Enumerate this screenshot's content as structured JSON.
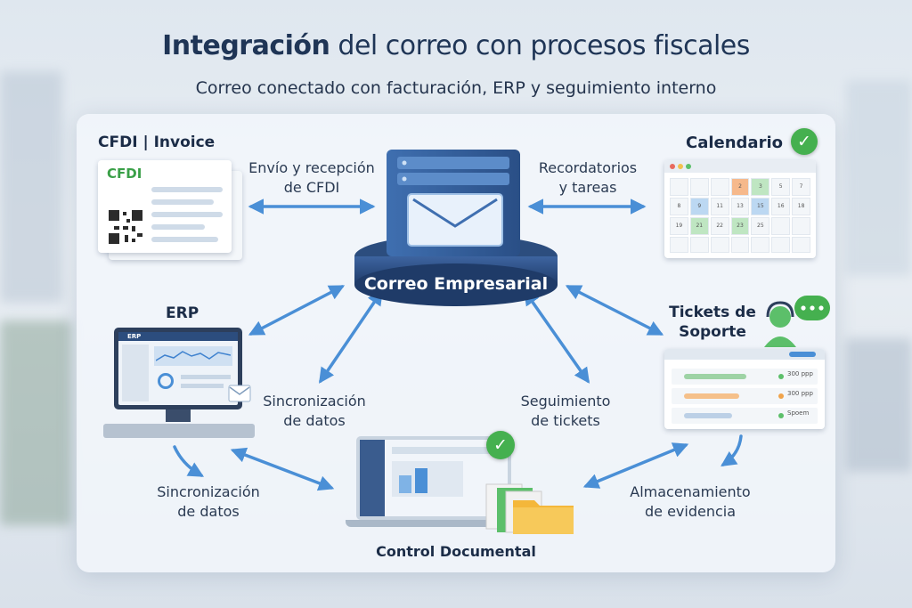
{
  "header": {
    "title_bold": "Integración",
    "title_rest": " del correo con procesos fiscales",
    "subtitle": "Correo conectado con facturación, ERP y seguimiento interno"
  },
  "hub": {
    "label": "Correo Empresarial"
  },
  "nodes": {
    "cfdi": {
      "title": "CFDI | Invoice",
      "doc_label": "CFDI"
    },
    "calendar": {
      "title": "Calendario",
      "days": [
        "2",
        "3",
        "5",
        "7",
        "8",
        "9",
        "11",
        "13",
        "15",
        "16",
        "18",
        "19",
        "21",
        "22",
        "23",
        "25"
      ]
    },
    "erp": {
      "title": "ERP",
      "screen_label": "ERP"
    },
    "tickets": {
      "title_line1": "Tickets de",
      "title_line2": "Soporte",
      "rows": [
        "300 ppp",
        "300 ppp",
        "Spoem"
      ]
    },
    "docs": {
      "title": "Control Documental"
    }
  },
  "edges": {
    "cfdi_line1": "Envío y recepción",
    "cfdi_line2": "de CFDI",
    "cal_line1": "Recordatorios",
    "cal_line2": "y tareas",
    "sync_a_line1": "Sincronización",
    "sync_a_line2": "de datos",
    "track_line1": "Seguimiento",
    "track_line2": "de tickets",
    "sync_b_line1": "Sincronización",
    "sync_b_line2": "de datos",
    "store_line1": "Almacenamiento",
    "store_line2": "de evidencia"
  },
  "colors": {
    "arrow": "#4a8fd6",
    "hub_dark": "#2c4d7e",
    "check": "#45b04f",
    "folder": "#f4b73a"
  }
}
